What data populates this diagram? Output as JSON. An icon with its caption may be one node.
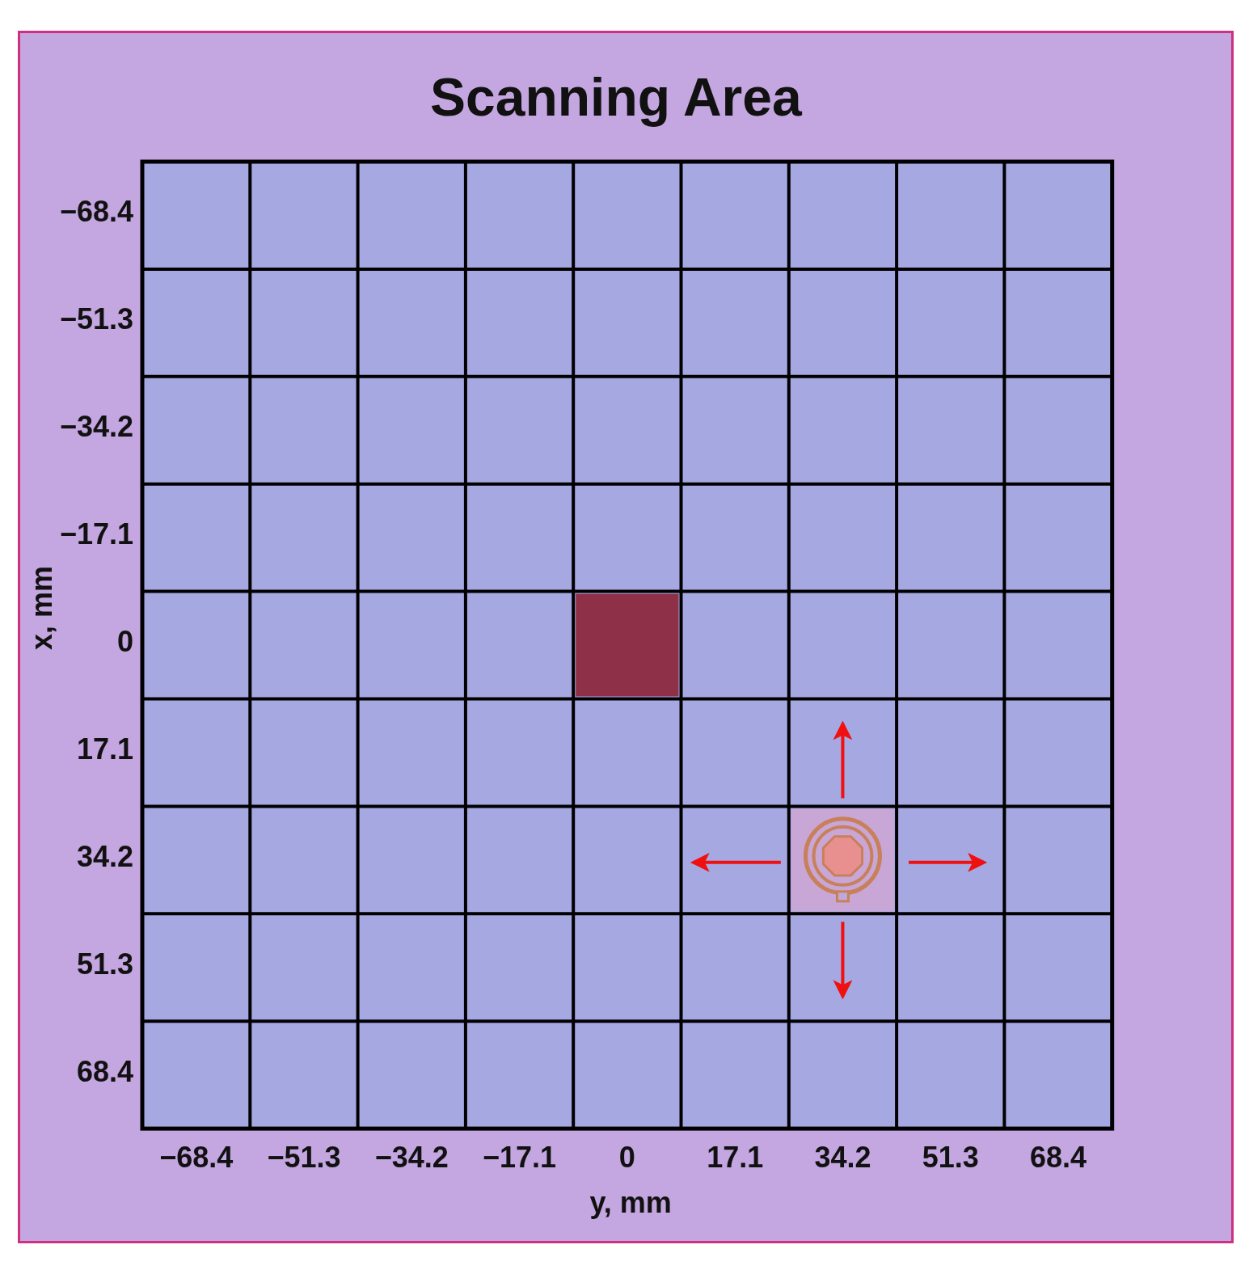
{
  "diagram": {
    "title": "Scanning Area",
    "labels": [
      "−68.4",
      "−51.3",
      "−34.2",
      "−17.1",
      "0",
      "17.1",
      "34.2",
      "51.3",
      "68.4",
      "x, mm",
      "−68.4",
      "−51.3",
      "−34.2",
      "−17.1",
      "0",
      "17.1",
      "34.2",
      "51.3",
      "68.4",
      "y, mm"
    ]
  }
}
